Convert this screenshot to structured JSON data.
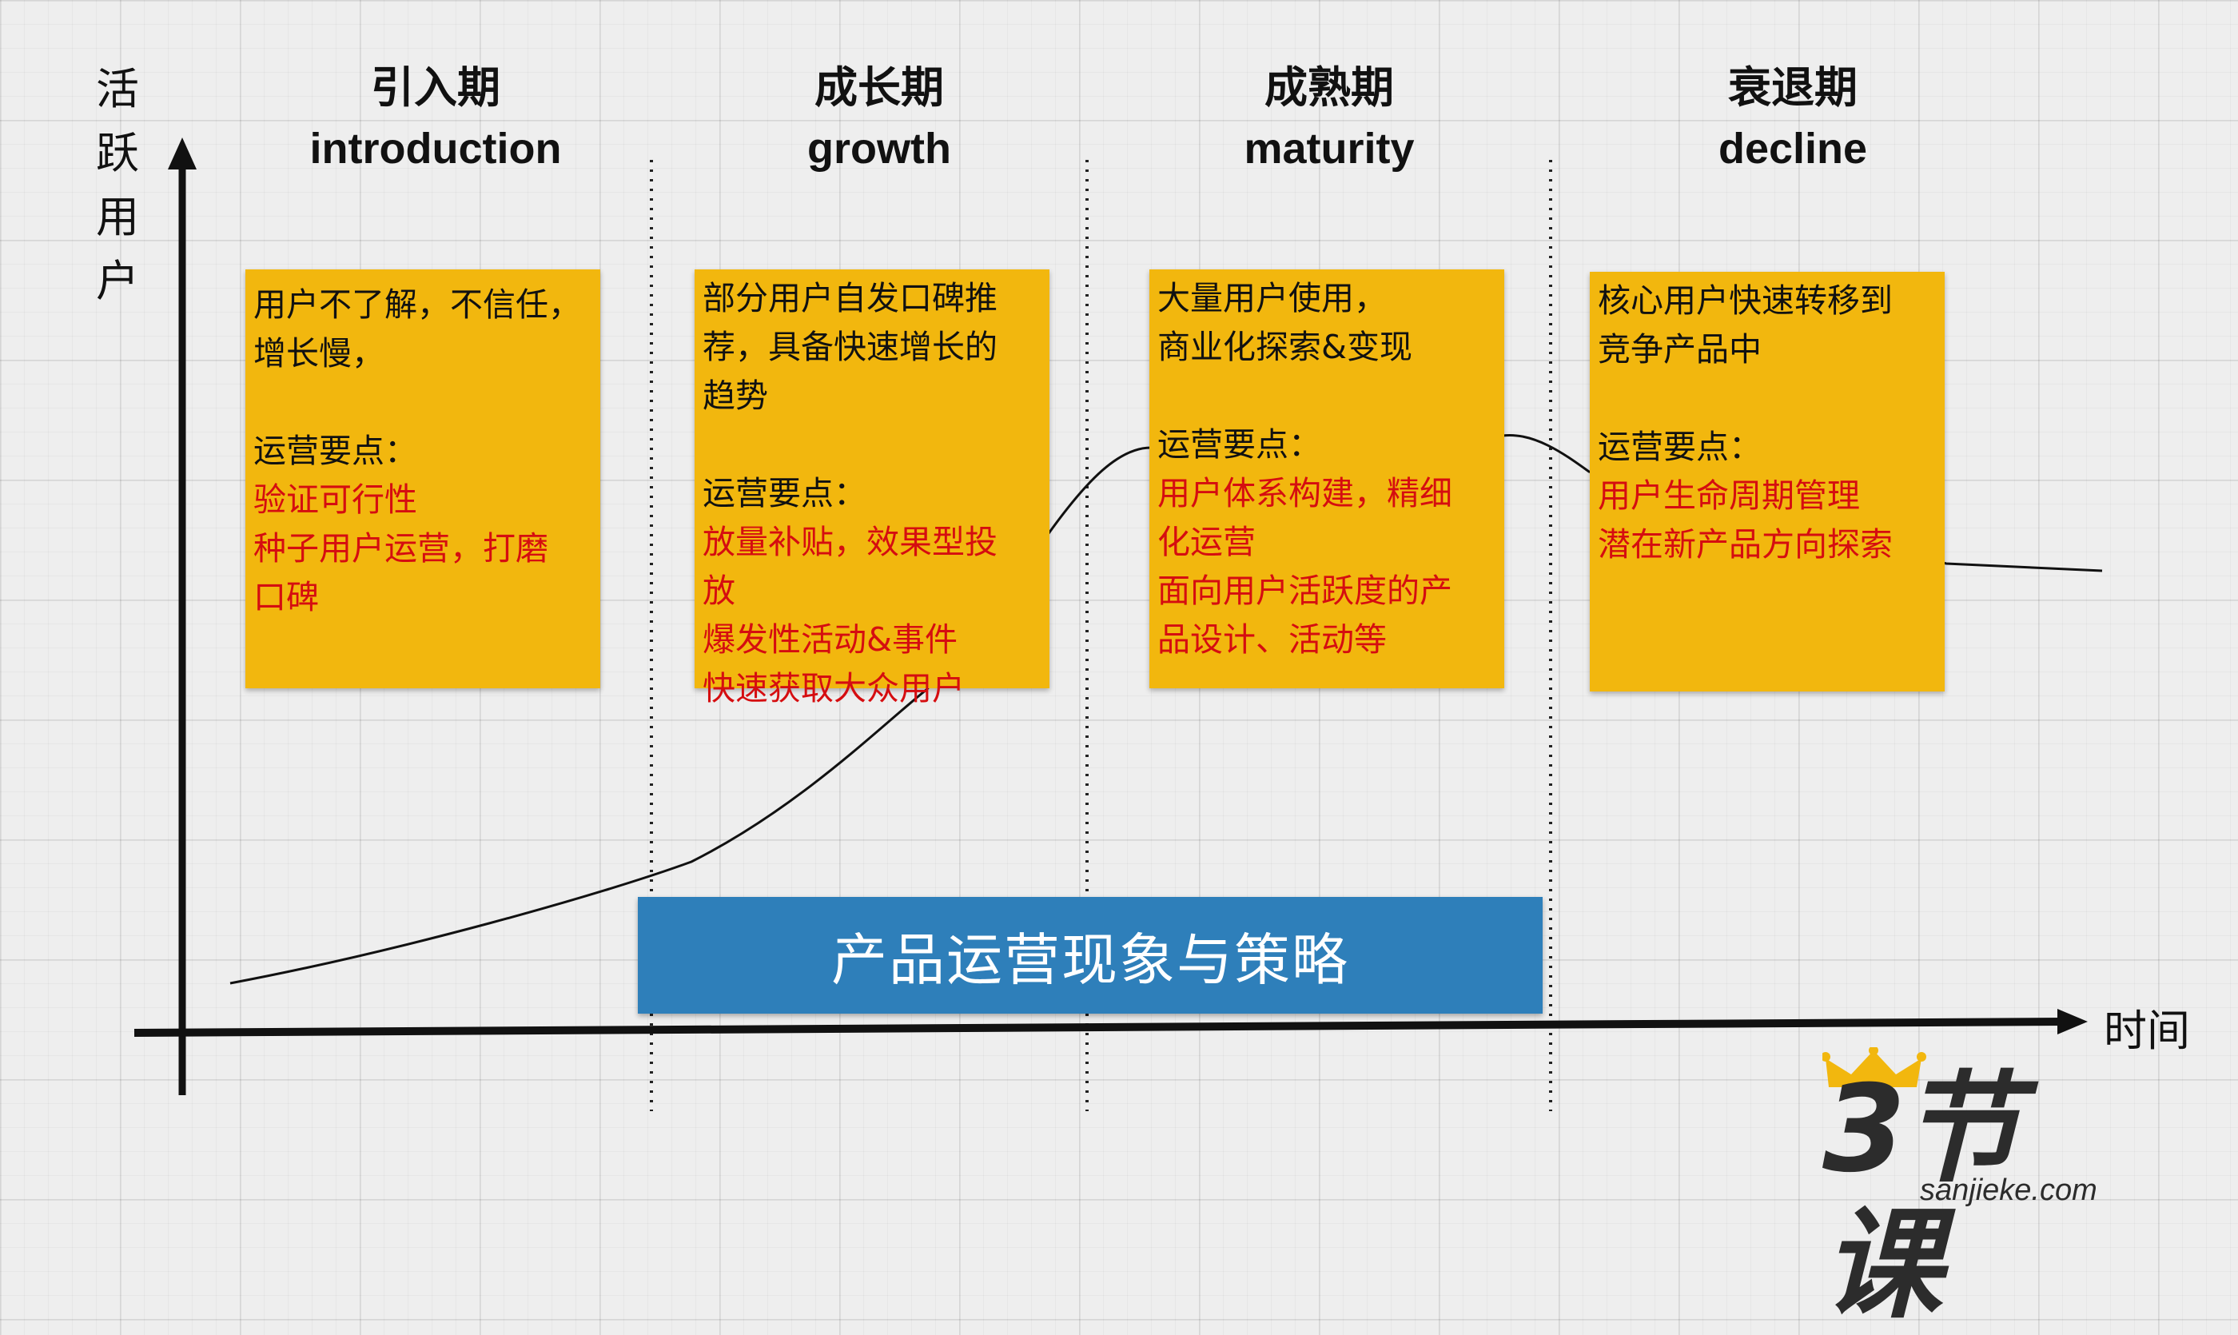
{
  "axes": {
    "y_label": [
      "活",
      "跃",
      "用",
      "户"
    ],
    "x_label": "时间"
  },
  "phases": [
    {
      "zh": "引入期",
      "en": "introduction",
      "phenomenon": [
        "用户不了解，不信任，",
        "增长慢，"
      ],
      "strategy_title": "运营要点：",
      "strategies": [
        "验证可行性",
        "种子用户运营，打磨",
        "口碑"
      ]
    },
    {
      "zh": "成长期",
      "en": "growth",
      "phenomenon": [
        "部分用户自发口碑推",
        "荐，具备快速增长的",
        "趋势"
      ],
      "strategy_title": "运营要点：",
      "strategies": [
        "放量补贴，效果型投",
        "放",
        "爆发性活动&事件",
        "快速获取大众用户"
      ]
    },
    {
      "zh": "成熟期",
      "en": "maturity",
      "phenomenon": [
        "大量用户使用，",
        "商业化探索&变现"
      ],
      "strategy_title": "运营要点：",
      "strategies": [
        "用户体系构建，精细",
        "化运营",
        "面向用户活跃度的产",
        "品设计、活动等"
      ]
    },
    {
      "zh": "衰退期",
      "en": "decline",
      "phenomenon": [
        "核心用户快速转移到",
        "竞争产品中"
      ],
      "strategy_title": "运营要点：",
      "strategies": [
        "用户生命周期管理",
        "潜在新产品方向探索"
      ]
    }
  ],
  "banner": "产品运营现象与策略",
  "logo": {
    "brand": "3节课",
    "domain": "sanjieke.com"
  },
  "colors": {
    "note_bg": "#f2b70e",
    "strategy_text": "#d50d10",
    "banner_bg": "#2e7fba",
    "crown": "#f2b70e",
    "axis": "#111111"
  }
}
